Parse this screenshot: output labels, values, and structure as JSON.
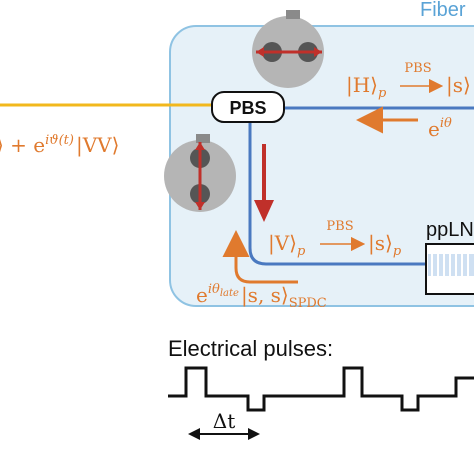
{
  "colors": {
    "fiber_box_fill": "#e6f1f8",
    "fiber_box_stroke": "#8fc3e3",
    "fiber_line": "#4a79c0",
    "input_line": "#f2b81d",
    "orange": "#e07a2e",
    "red_arrow": "#c0302a",
    "paddle_gray": "#b5b5b5",
    "pulse_line": "#111111"
  },
  "labels": {
    "fiber_title": "Fiber",
    "pbs": "PBS",
    "state_left": "⟩ + e",
    "state_left_sup": "iϑ(t)",
    "state_left_tail": "|VV⟩",
    "h_path_left": "|H⟩",
    "h_path_sub": "p",
    "h_path_arrow_label": "PBS",
    "h_path_right": "|s⟩",
    "phase_top": "e",
    "phase_top_sup": "iθ",
    "v_path_left": "|V⟩",
    "v_path_sub": "p",
    "v_path_arrow_label": "PBS",
    "v_path_right": "|s⟩",
    "v_path_right_sub": "p",
    "spdc_label": "e",
    "spdc_sup": "iθ",
    "spdc_sup_sub": "late",
    "spdc_state": "|s, s⟩",
    "spdc_sub": "SPDC",
    "ppln": "ppLN",
    "electrical_pulses": "Electrical pulses:",
    "delta_t": "Δt"
  },
  "icons": [
    "polarization-paddle-icon",
    "double-arrow-icon",
    "curved-arrow-icon",
    "down-arrow-icon"
  ]
}
